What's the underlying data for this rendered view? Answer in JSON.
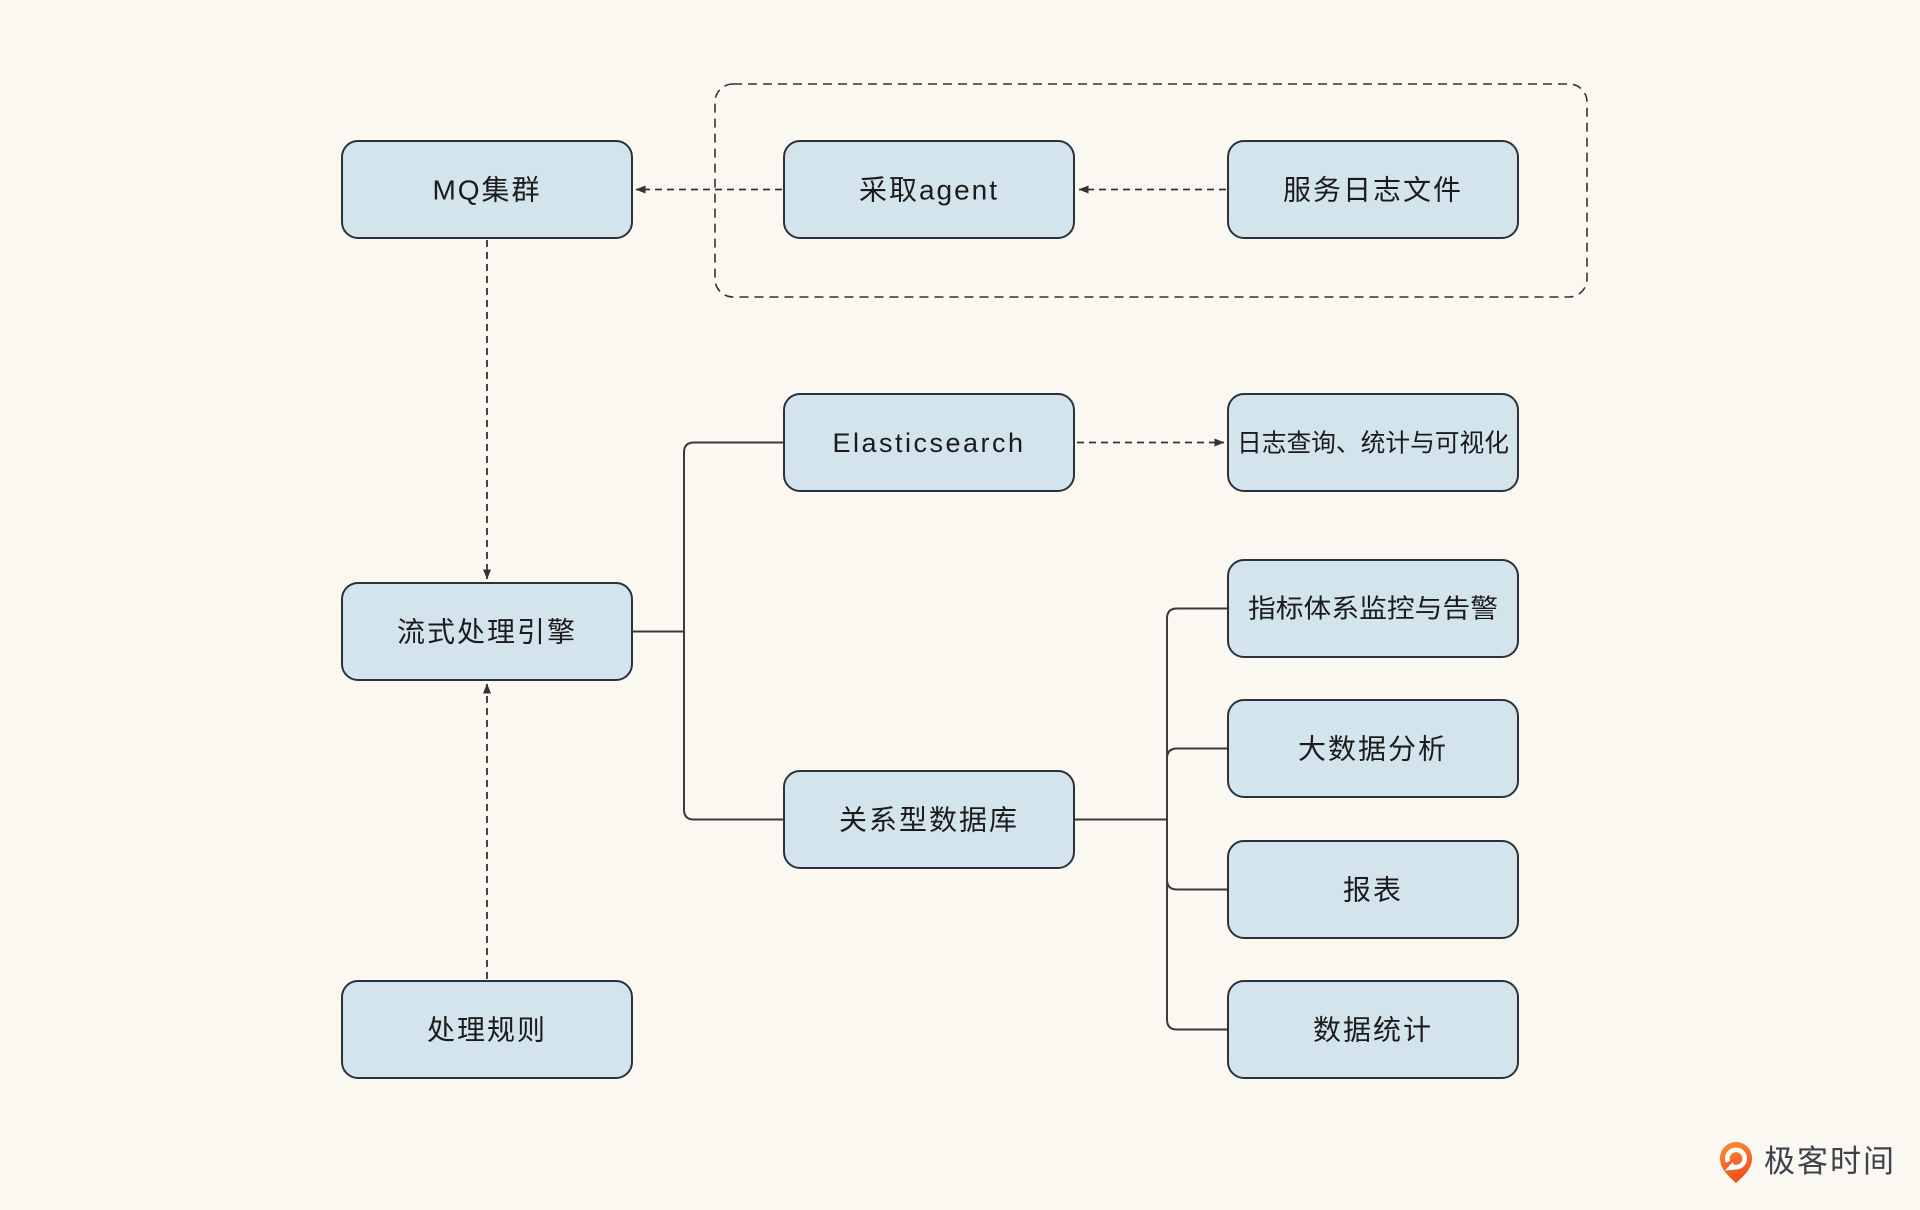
{
  "diagram": {
    "nodes": {
      "mq_cluster": {
        "label": "MQ集群"
      },
      "collect_agent": {
        "label": "采取agent"
      },
      "service_log": {
        "label": "服务日志文件"
      },
      "elasticsearch": {
        "label": "Elasticsearch"
      },
      "log_query": {
        "label": "日志查询、统计与可视化"
      },
      "stream_engine": {
        "label": "流式处理引擎"
      },
      "metrics_alert": {
        "label": "指标体系监控与告警"
      },
      "bigdata": {
        "label": "大数据分析"
      },
      "relational_db": {
        "label": "关系型数据库"
      },
      "report": {
        "label": "报表"
      },
      "data_stats": {
        "label": "数据统计"
      },
      "process_rules": {
        "label": "处理规则"
      }
    },
    "edges": [
      {
        "from": "服务日志文件",
        "to": "采取agent",
        "style": "dashed-arrow"
      },
      {
        "from": "采取agent",
        "to": "MQ集群",
        "style": "dashed-arrow"
      },
      {
        "from": "MQ集群",
        "to": "流式处理引擎",
        "style": "dashed-arrow"
      },
      {
        "from": "处理规则",
        "to": "流式处理引擎",
        "style": "dashed-arrow"
      },
      {
        "from": "Elasticsearch",
        "to": "日志查询、统计与可视化",
        "style": "dashed-arrow"
      },
      {
        "from": "流式处理引擎",
        "to": "Elasticsearch",
        "style": "solid"
      },
      {
        "from": "流式处理引擎",
        "to": "关系型数据库",
        "style": "solid"
      },
      {
        "from": "关系型数据库",
        "to": "指标体系监控与告警",
        "style": "solid"
      },
      {
        "from": "关系型数据库",
        "to": "大数据分析",
        "style": "solid"
      },
      {
        "from": "关系型数据库",
        "to": "报表",
        "style": "solid"
      },
      {
        "from": "关系型数据库",
        "to": "数据统计",
        "style": "solid"
      }
    ]
  },
  "branding": {
    "logo_text": "极客时间",
    "logo_color": "#F4692B"
  },
  "colors": {
    "background": "#FAF8F1",
    "node_fill": "#D3E4ED",
    "node_border": "#2A333B",
    "line": "#3A3A3A",
    "text": "#1B1B1B"
  }
}
